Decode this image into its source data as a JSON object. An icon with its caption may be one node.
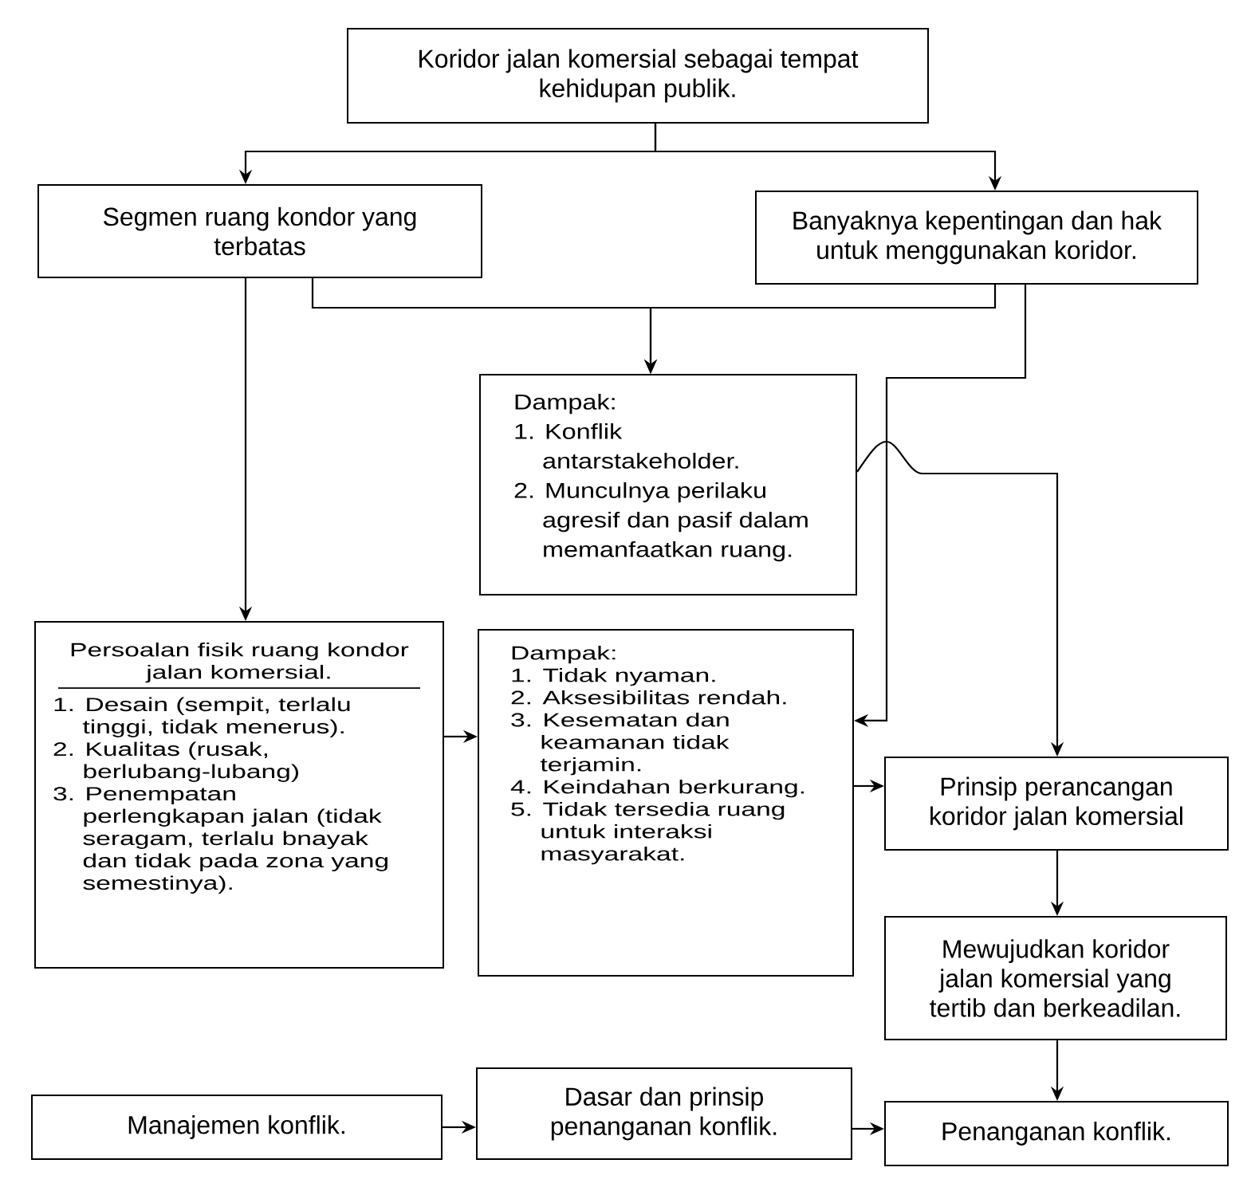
{
  "diagram": {
    "nodes": [
      {
        "text": [
          "Koridor jalan komersial sebagai tempat kehidupan publik."
        ]
      },
      {
        "text": [
          "Segmen ruang kondor yang terbatas"
        ]
      },
      {
        "text": [
          "Banyaknya kepentingan dan hak untuk menggunakan koridor."
        ]
      },
      {
        "text": [
          "Dampak:",
          "1. Konflik antarstakeholder.",
          "2. Munculnya perilaku agresif dan pasif dalam memanfaatkan ruang."
        ]
      },
      {
        "text": [
          "Persoalan fisik ruang kondor jalan komersial.",
          "1. Desain (sempit, terlalu tinggi, tidak menerus).",
          "2. Kualitas (rusak, berlubang-lubang)",
          "3. Penempatan perlengkapan jalan (tidak seragam, terlalu bnayak dan tidak pada zona yang semestinya)."
        ]
      },
      {
        "text": [
          "Dampak:",
          "1. Tidak nyaman.",
          "2. Aksesibilitas rendah.",
          "3. Kesematan dan keamanan tidak terjamin.",
          "4. Keindahan berkurang.",
          "5. Tidak tersedia ruang untuk interaksi masyarakat."
        ]
      },
      {
        "text": [
          "Prinsip perancangan koridor jalan komersial"
        ]
      },
      {
        "text": [
          "Mewujudkan koridor jalan komersial yang tertib dan berkeadilan."
        ]
      },
      {
        "text": [
          "Manajemen konflik."
        ]
      },
      {
        "text": [
          "Dasar dan prinsip penanganan konflik."
        ]
      },
      {
        "text": [
          "Penanganan konflik."
        ]
      }
    ],
    "edges": [
      {
        "from": 0,
        "to": 1,
        "arrow": "to"
      },
      {
        "from": 0,
        "to": 2,
        "arrow": "to"
      },
      {
        "from": 1,
        "to": 4,
        "arrow": "to"
      },
      {
        "from": 1,
        "to": 3,
        "arrow": "to"
      },
      {
        "from": 2,
        "to": 3,
        "arrow": "to"
      },
      {
        "from": 2,
        "to": 5,
        "arrow": "to"
      },
      {
        "from": 3,
        "to": 6,
        "arrow": "to"
      },
      {
        "from": 4,
        "to": 5,
        "arrow": "to"
      },
      {
        "from": 5,
        "to": 6,
        "arrow": "to"
      },
      {
        "from": 6,
        "to": 7,
        "arrow": "to"
      },
      {
        "from": 7,
        "to": 10,
        "arrow": "to"
      },
      {
        "from": 8,
        "to": 9,
        "arrow": "to"
      },
      {
        "from": 9,
        "to": 10,
        "arrow": "to"
      }
    ]
  }
}
